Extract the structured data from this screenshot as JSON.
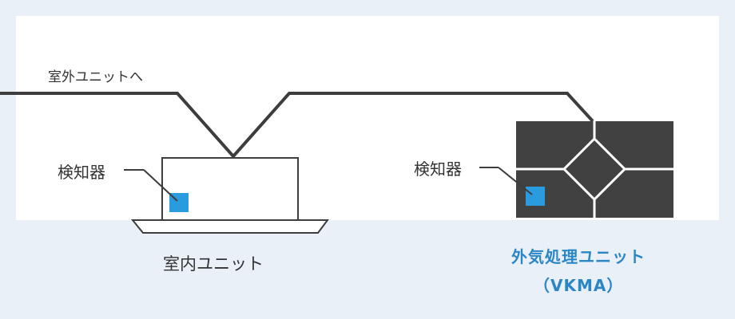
{
  "labels": {
    "to_outdoor_unit": "室外ユニットへ",
    "sensor_left": "検知器",
    "sensor_right": "検知器",
    "indoor_unit": "室内ユニット",
    "outdoor_processing_unit": "外気処理ユニット",
    "model": "（VKMA）"
  },
  "colors": {
    "background": "#eaf0f8",
    "ceiling_area": "#ffffff",
    "pipe": "#3d3d3d",
    "outdoor_unit_body": "#414141",
    "sensor": "#2b9be0",
    "accent_text": "#2b86c5"
  }
}
